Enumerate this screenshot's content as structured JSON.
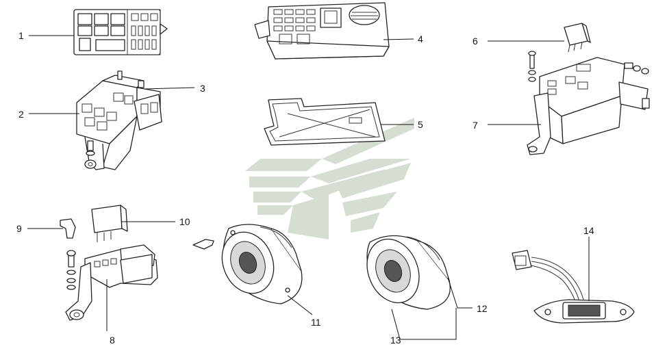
{
  "diagram": {
    "callouts": [
      {
        "id": "1",
        "label": "1"
      },
      {
        "id": "2",
        "label": "2"
      },
      {
        "id": "3",
        "label": "3"
      },
      {
        "id": "4",
        "label": "4"
      },
      {
        "id": "5",
        "label": "5"
      },
      {
        "id": "6",
        "label": "6"
      },
      {
        "id": "7",
        "label": "7"
      },
      {
        "id": "8",
        "label": "8"
      },
      {
        "id": "9",
        "label": "9"
      },
      {
        "id": "10",
        "label": "10"
      },
      {
        "id": "11",
        "label": "11"
      },
      {
        "id": "12",
        "label": "12"
      },
      {
        "id": "13",
        "label": "13"
      },
      {
        "id": "14",
        "label": "14"
      }
    ],
    "colors": {
      "line": "#222222",
      "watermark": "#d6ddd3",
      "shade": "#d8d8d8"
    }
  }
}
